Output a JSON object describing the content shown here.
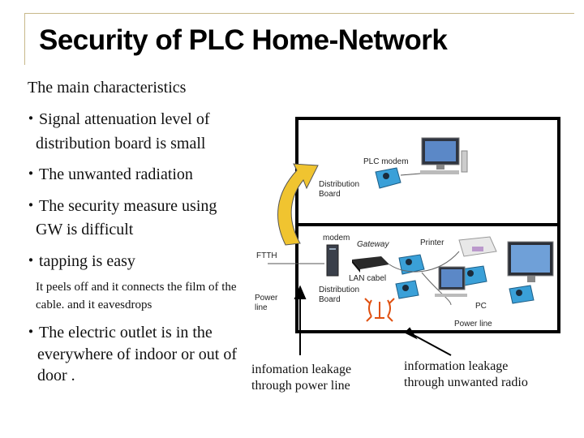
{
  "slide": {
    "title": "Security of PLC Home-Network",
    "subtitle": "The main characteristics",
    "bullet_marker": "・",
    "bullets": [
      {
        "line1": "Signal attenuation level of",
        "line2": "distribution board is small"
      },
      {
        "line1": "The unwanted radiation"
      },
      {
        "line1": "The security measure using",
        "line2": "GW is difficult"
      },
      {
        "line1": "tapping is easy"
      },
      {
        "line1": "The electric outlet is in the",
        "line2": "everywhere of indoor or out of",
        "line3": "door ."
      }
    ],
    "tapping_note": {
      "line1": "It peels off and it connects the film of the",
      "line2": "cable. and it eavesdrops"
    }
  },
  "diagram": {
    "labels": {
      "plc_modem": "PLC modem",
      "distribution_board_top_1": "Distribution",
      "distribution_board_top_2": "Board",
      "modem": "modem",
      "gateway": "Gateway",
      "printer": "Printer",
      "ftth": "FTTH",
      "lan_cabel": "LAN cabel",
      "distribution_board_mid_1": "Distribution",
      "distribution_board_mid_2": "Board",
      "power_line_left_1": "Power",
      "power_line_left_2": "line",
      "pc": "PC",
      "power_line_right": "Power line"
    },
    "captions": {
      "leak_power_1": "infomation leakage",
      "leak_power_2": "through power line",
      "leak_radio_1": "information leakage",
      "leak_radio_2": "through unwanted radio"
    },
    "colors": {
      "accent": "#c8b88a",
      "plc_blue": "#3aa0d8",
      "arrow_fill": "#f0c430",
      "wave": "#e05010"
    }
  }
}
